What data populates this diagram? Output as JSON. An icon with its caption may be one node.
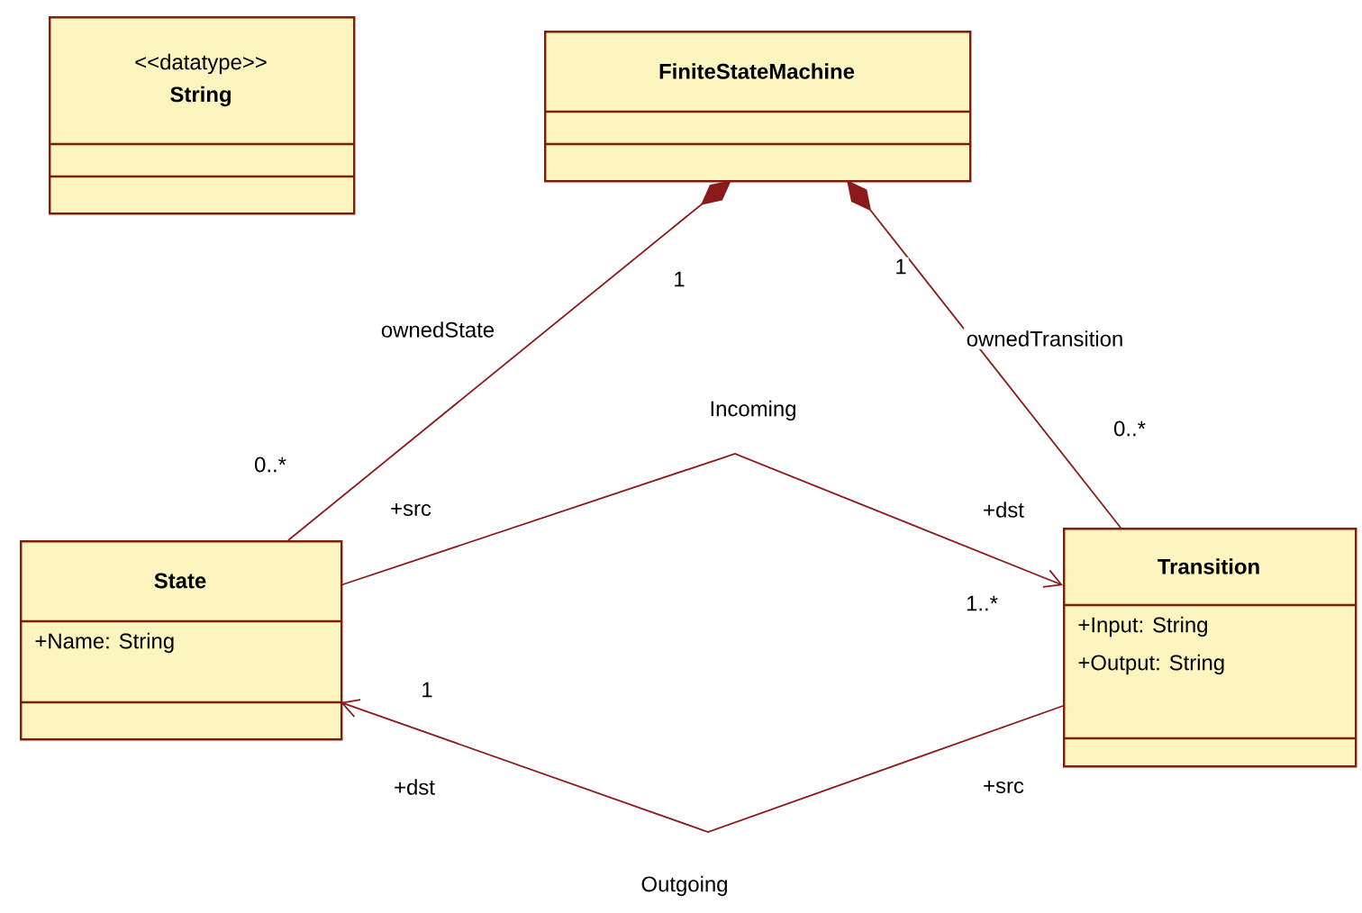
{
  "diagram": {
    "nodes": [
      {
        "text": [
          "<<datatype>>",
          "String"
        ]
      },
      {
        "text": [
          "FiniteStateMachine"
        ]
      },
      {
        "text": [
          "State",
          "+Name: String"
        ]
      },
      {
        "text": [
          "Transition",
          "+Input: String",
          "+Output: String"
        ]
      }
    ],
    "edges": [
      {
        "from": 1,
        "to": 2,
        "arrow": "other",
        "label": "ownedState"
      },
      {
        "from": 1,
        "to": 3,
        "arrow": "other",
        "label": "ownedTransition"
      },
      {
        "from": 2,
        "to": 3,
        "arrow": "to",
        "label": "Incoming"
      },
      {
        "from": 3,
        "to": 2,
        "arrow": "to",
        "label": "Outgoing"
      }
    ],
    "labels": [
      "1",
      "0..*",
      "1",
      "0..*",
      "+src",
      "+dst",
      "1..*",
      "1",
      "+dst",
      "+src"
    ]
  }
}
